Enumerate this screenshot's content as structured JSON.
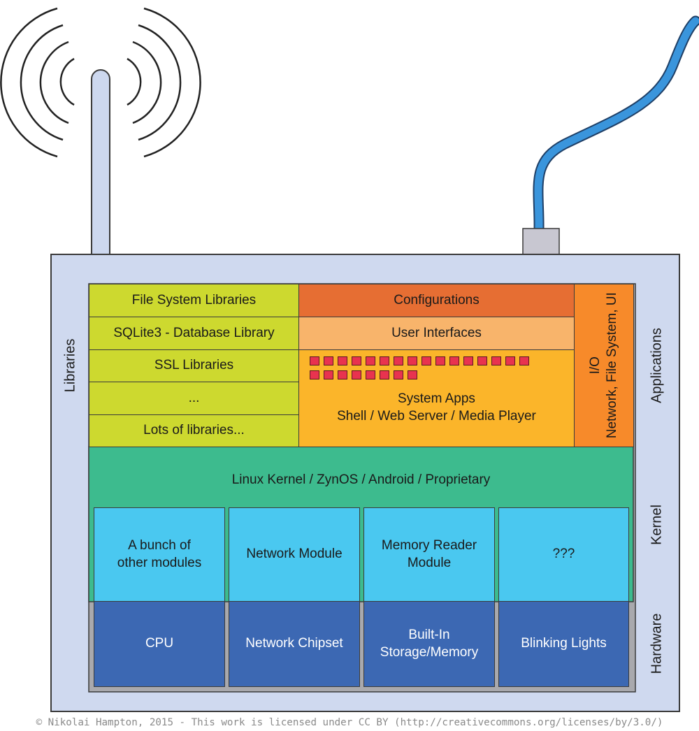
{
  "colors": {
    "libraries": "#cdd92f",
    "configurations": "#e66e33",
    "user_interfaces": "#f8b46b",
    "system_apps": "#fbb52a",
    "io": "#f78a2a",
    "kernel": "#3dbb8e",
    "modules": "#4ac8f0",
    "hardware": "#3c68b3",
    "housing": "#cfd9ef",
    "cable": "#3a95dc",
    "app_squares": "#e8334f"
  },
  "side_labels": {
    "libraries": "Libraries",
    "applications": "Applications",
    "kernel": "Kernel",
    "hardware": "Hardware"
  },
  "libraries": [
    "File System Libraries",
    "SQLite3 - Database Library",
    "SSL Libraries",
    "...",
    "Lots of libraries..."
  ],
  "applications": {
    "configurations": "Configurations",
    "user_interfaces": "User Interfaces",
    "system_apps_line1": "System Apps",
    "system_apps_line2": "Shell / Web Server / Media Player",
    "io_line1": "I/O",
    "io_line2": "Network, File System, UI"
  },
  "kernel": {
    "title": "Linux Kernel / ZynOS / Android / Proprietary",
    "modules": [
      "A bunch of\nother modules",
      "Network Module",
      "Memory Reader\nModule",
      "???"
    ]
  },
  "hardware": [
    "CPU",
    "Network Chipset",
    "Built-In\nStorage/Memory",
    "Blinking Lights"
  ],
  "credit": "© Nikolai Hampton, 2015 - This work is licensed under CC BY (http://creativecommons.org/licenses/by/3.0/)"
}
